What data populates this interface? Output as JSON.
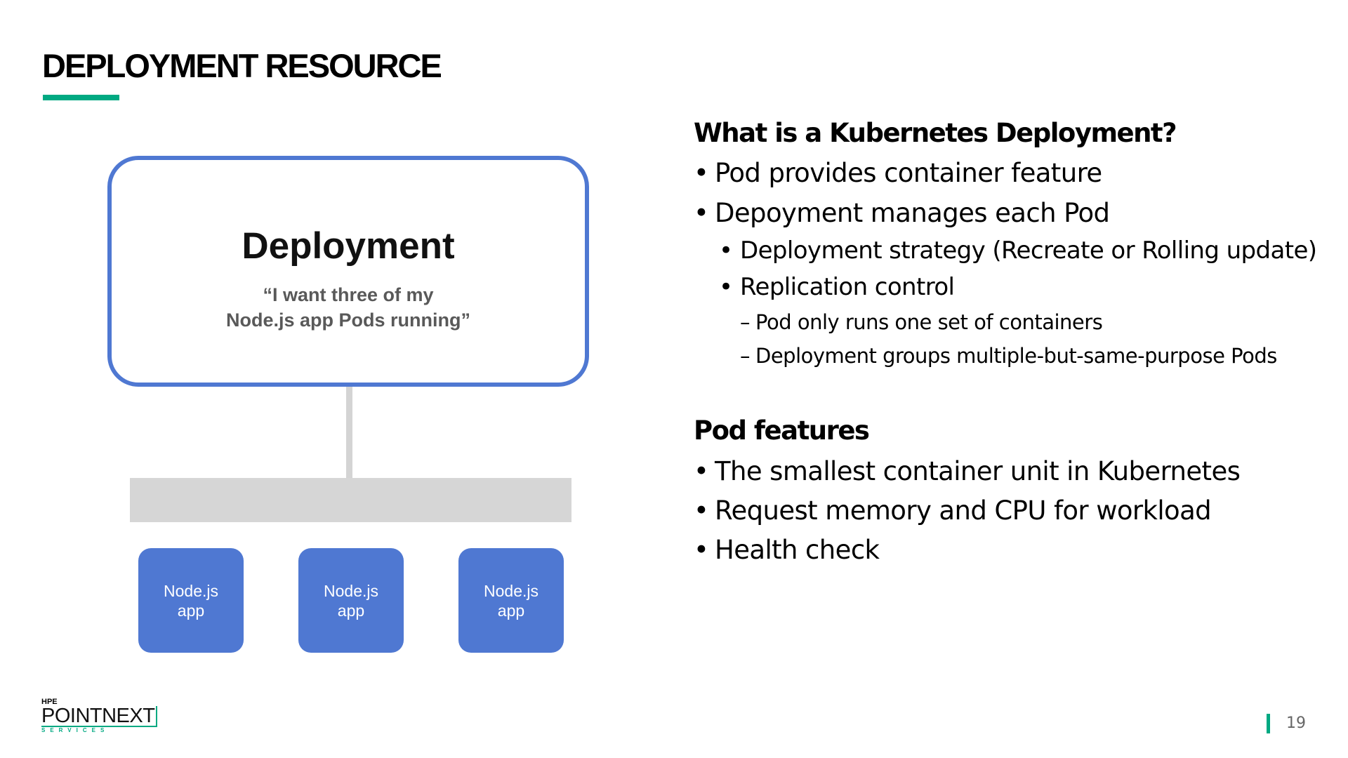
{
  "slide": {
    "title": "DEPLOYMENT RESOURCE",
    "page_number": "19",
    "accent_color": "#01a982"
  },
  "diagram": {
    "deployment_title": "Deployment",
    "deployment_quote": "“I want three of my\nNode.js app Pods running”",
    "pods": [
      {
        "label": "Node.js\napp"
      },
      {
        "label": "Node.js\napp"
      },
      {
        "label": "Node.js\napp"
      }
    ],
    "box_color": "#4f78d2"
  },
  "content": {
    "section1": {
      "heading": "What is a Kubernetes Deployment?",
      "bullets": [
        "Pod provides container feature",
        "Depoyment manages each Pod"
      ],
      "sub_bullets": [
        "Deployment strategy (Recreate or Rolling update)",
        "Replication control"
      ],
      "dash_items": [
        "Pod only runs one set of containers",
        "Deployment groups multiple-but-same-purpose Pods"
      ]
    },
    "section2": {
      "heading": "Pod features",
      "bullets": [
        "The smallest container unit in Kubernetes",
        "Request memory and CPU for workload",
        "Health check"
      ]
    }
  },
  "footer": {
    "logo_hpe": "HPE",
    "logo_main": "POINTNEXT",
    "logo_sub": "SERVICES"
  }
}
